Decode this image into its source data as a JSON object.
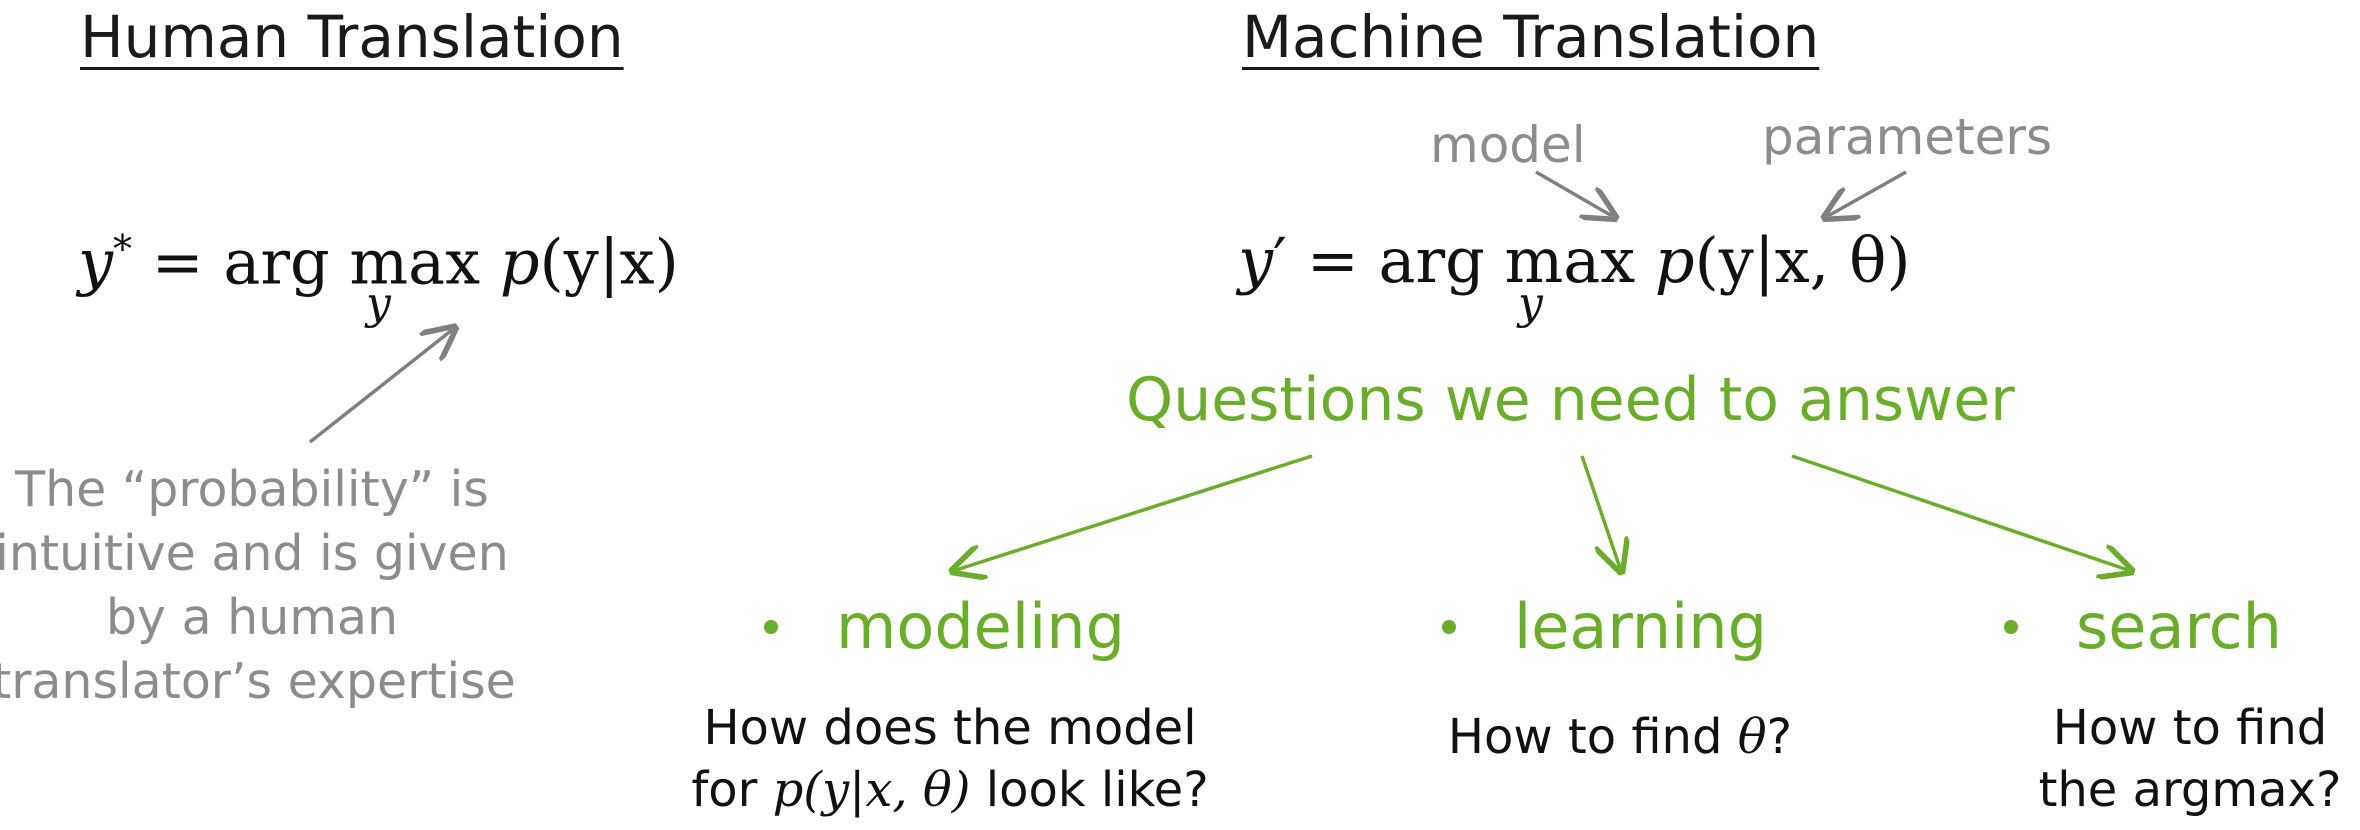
{
  "left": {
    "heading": "Human Translation",
    "formula": {
      "lhs": "y",
      "lhs_mark": "*",
      "eq": " = arg max ",
      "sub": "y",
      "rhs_p": "p",
      "rhs_args": "(y|x)"
    },
    "note_lines": [
      "The “probability” is",
      "intuitive and is given",
      "by a human",
      "translator’s expertise"
    ]
  },
  "right": {
    "heading": "Machine Translation",
    "label_model": "model",
    "label_parameters": "parameters",
    "formula": {
      "lhs": "y",
      "lhs_mark": "′",
      "eq": " = arg max ",
      "sub": "y",
      "rhs_p": "p",
      "rhs_args": "(y|x, θ)"
    },
    "questions_title": "Questions we need to answer",
    "items": [
      {
        "label": "modeling",
        "question_lines": [
          "How does the model",
          "look like?"
        ],
        "question_prefix": "for ",
        "question_math": "p(y|x, θ)"
      },
      {
        "label": "learning",
        "question_text": "How to find ",
        "question_math": "θ",
        "question_suffix": "?"
      },
      {
        "label": "search",
        "question_lines": [
          "How to find",
          "the argmax?"
        ]
      }
    ]
  },
  "colors": {
    "green": "#6aad2a",
    "gray": "#8c8c8c",
    "text": "#111111"
  }
}
